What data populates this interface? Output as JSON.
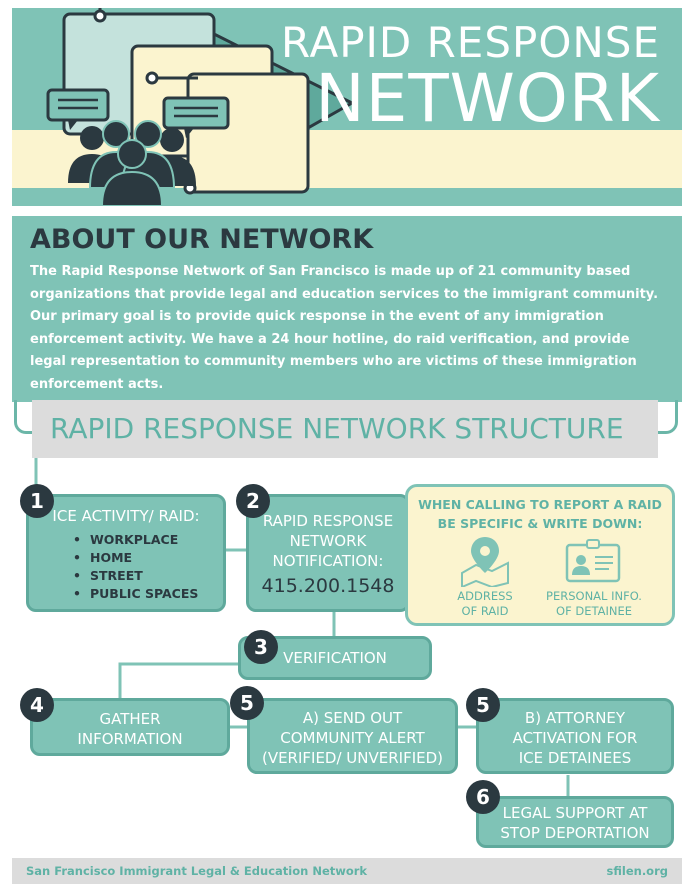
{
  "header": {
    "title_line1": "RAPID RESPONSE",
    "title_line2": "NETWORK",
    "illustration": "chat-bubbles-crowd-illustration"
  },
  "about": {
    "heading": "ABOUT OUR NETWORK",
    "body": "The Rapid Response Network of San Francisco is made up of 21 community based organizations that provide legal and education services to the immigrant community. Our primary goal is to provide quick response in the event of any immigration enforcement activity. We have a 24 hour hotline, do raid verification, and provide legal representation to community members who are victims of these immigration enforcement acts."
  },
  "structure": {
    "heading": "RAPID RESPONSE NETWORK STRUCTURE",
    "steps": {
      "one": {
        "number": "1",
        "title": "ICE ACTIVITY/ RAID:",
        "items": [
          "WORKPLACE",
          "HOME",
          "STREET",
          "PUBLIC SPACES"
        ]
      },
      "two": {
        "number": "2",
        "line1": "RAPID RESPONSE",
        "line2": "NETWORK",
        "line3": "NOTIFICATION:",
        "phone": "415.200.1548"
      },
      "three": {
        "number": "3",
        "label": "VERIFICATION"
      },
      "four": {
        "number": "4",
        "line1": "GATHER",
        "line2": "INFORMATION"
      },
      "five_a": {
        "number": "5",
        "line1": "A) SEND OUT",
        "line2": "COMMUNITY ALERT",
        "line3": "(VERIFIED/ UNVERIFIED)"
      },
      "five_b": {
        "number": "5",
        "line1": "B) ATTORNEY",
        "line2": "ACTIVATION FOR",
        "line3": "ICE DETAINEES"
      },
      "six": {
        "number": "6",
        "line1": "LEGAL SUPPORT AT",
        "line2": "STOP DEPORTATION"
      }
    },
    "tips": {
      "heading_line1": "WHEN CALLING TO REPORT A RAID",
      "heading_line2": "BE SPECIFIC & WRITE DOWN:",
      "address_line1": "ADDRESS",
      "address_line2": "OF RAID",
      "address_icon": "map-pin-icon",
      "personal_line1": "PERSONAL INFO.",
      "personal_line2": "OF DETAINEE",
      "personal_icon": "id-card-icon"
    }
  },
  "footer": {
    "org": "San Francisco Immigrant Legal & Education Network",
    "url": "sfilen.org"
  },
  "colors": {
    "teal": "#7fc3b6",
    "dark_teal": "#5fa99c",
    "cream": "#fbf4cf",
    "navy": "#2b3940",
    "grey": "#dcdcdc"
  }
}
